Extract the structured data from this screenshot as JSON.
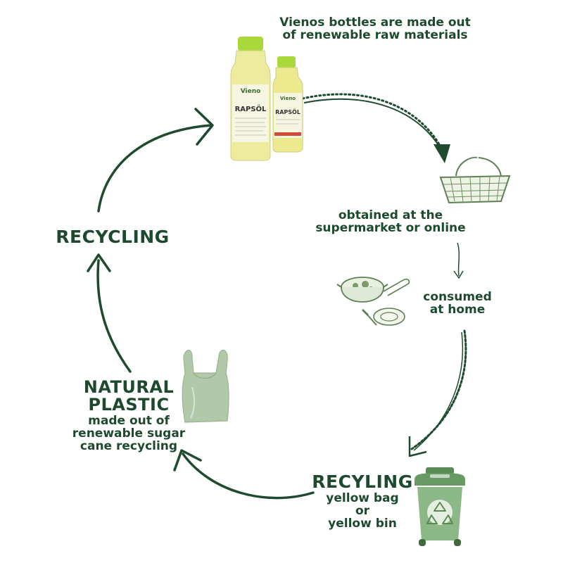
{
  "intro": {
    "line1": "Vienos bottles are made out",
    "line2": "of renewable raw materials"
  },
  "bottle_label": {
    "brand": "Vieno",
    "product": "RAPSÖL"
  },
  "step_obtain": {
    "line1": "obtained at the",
    "line2": "supermarket or online"
  },
  "step_consume": {
    "line1": "consumed",
    "line2": "at home"
  },
  "step_bin": {
    "title": "RECYLING",
    "line1": "yellow bag",
    "line2": "or",
    "line3": "yellow bin"
  },
  "step_plastic": {
    "title1": "NATURAL",
    "title2": "PLASTIC",
    "line1": "made out of",
    "line2": "renewable sugar",
    "line3": "cane recycling"
  },
  "step_recycling": {
    "title": "RECYCLING"
  },
  "colors": {
    "text": "#1d4a2e",
    "arrow": "#1f4a2f",
    "bottle_cap": "#a9d83a",
    "oil": "#e7e39a",
    "bin_green": "#7fae78",
    "bag_green": "#a9c4a0"
  }
}
